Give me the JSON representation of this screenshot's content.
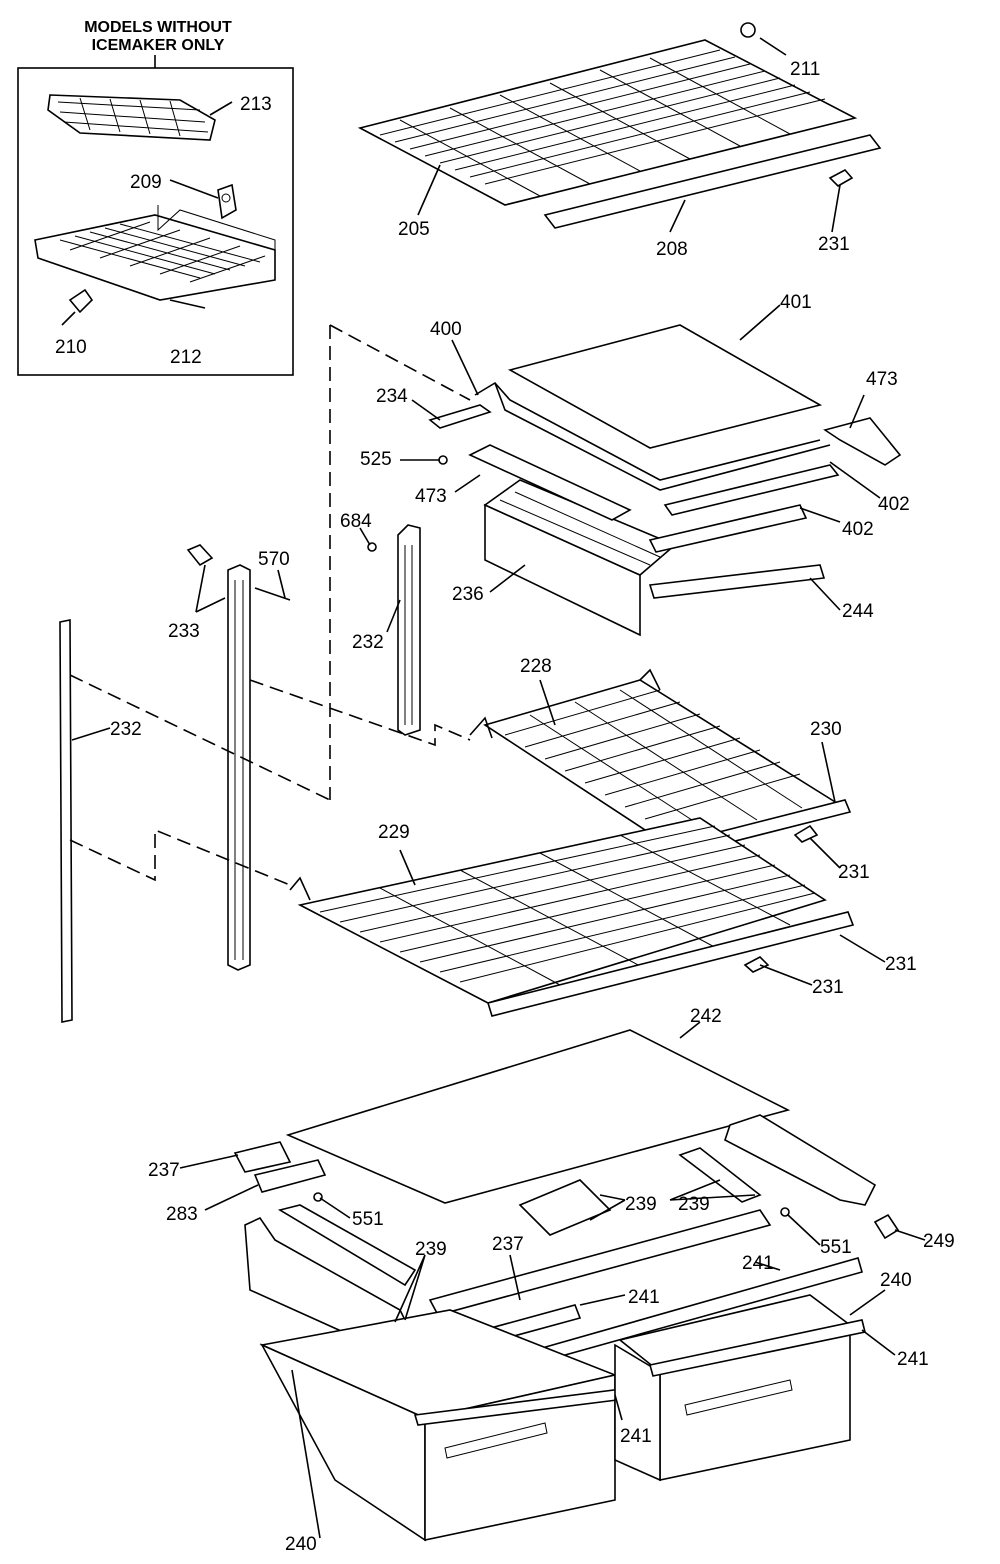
{
  "inset": {
    "title_line1": "MODELS WITHOUT",
    "title_line2": "ICEMAKER ONLY"
  },
  "callouts": [
    "213",
    "209",
    "210",
    "212",
    "211",
    "205",
    "208",
    "231",
    "401",
    "400",
    "234",
    "473",
    "525",
    "473",
    "402",
    "402",
    "684",
    "236",
    "244",
    "570",
    "233",
    "232",
    "232",
    "228",
    "230",
    "231",
    "229",
    "231",
    "231",
    "242",
    "237",
    "283",
    "551",
    "239",
    "239",
    "551",
    "249",
    "239",
    "237",
    "241",
    "241",
    "240",
    "241",
    "241",
    "240"
  ]
}
